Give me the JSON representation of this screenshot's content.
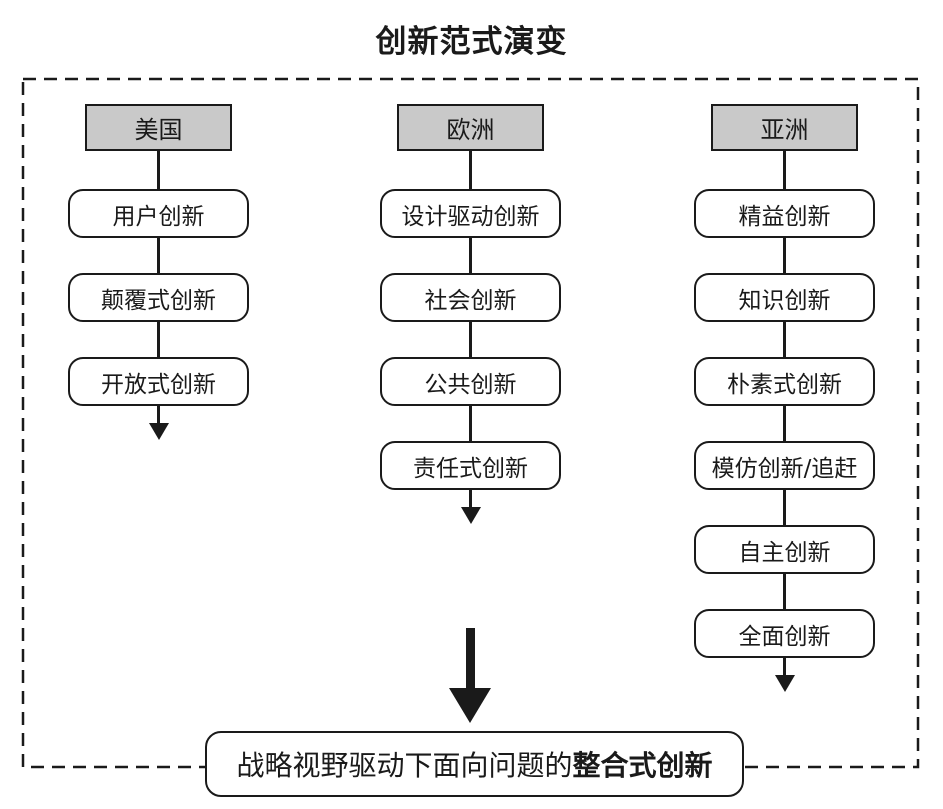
{
  "title": "创新范式演变",
  "columns": [
    {
      "header": "美国",
      "items": [
        "用户创新",
        "颠覆式创新",
        "开放式创新"
      ]
    },
    {
      "header": "欧洲",
      "items": [
        "设计驱动创新",
        "社会创新",
        "公共创新",
        "责任式创新"
      ]
    },
    {
      "header": "亚洲",
      "items": [
        "精益创新",
        "知识创新",
        "朴素式创新",
        "模仿创新/追赶",
        "自主创新",
        "全面创新"
      ]
    }
  ],
  "result": {
    "text_regular": "战略视野驱动下面向问题的",
    "text_bold": "整合式创新"
  },
  "colors": {
    "header_fill": "#c9c9c9",
    "line": "#1a1a1a",
    "box_border": "#1a1a1a",
    "background": "#ffffff"
  }
}
